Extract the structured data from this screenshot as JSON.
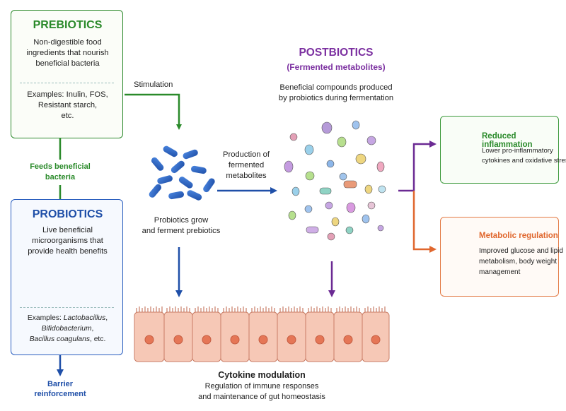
{
  "prebiotics": {
    "title": "PREBIOTICS",
    "line1": "Non-digestible food",
    "line2": "ingredients that nourish",
    "line3": "beneficial bacteria",
    "ex1": "Examples: Inulin, FOS,",
    "ex2": "Resistant starch,",
    "ex3": "etc."
  },
  "probiotics": {
    "title": "PROBIOTICS",
    "line1": "Live beneficial",
    "line2": "microorganisms that",
    "line3": "provide health benefits",
    "ex_prefix": "Examples: ",
    "ex_a": "Lactobacillus",
    "ex_b": "Bifidobacterium",
    "ex_c": "Bacillus coagulans",
    "ex_suffix": ", etc."
  },
  "postbiotics": {
    "title": "POSTBIOTICS",
    "subtitle": "(Fermented metabolites)",
    "line1": "Beneficial compounds produced",
    "line2": "by probiotics during fermentation"
  },
  "labels": {
    "stimulation": "Stimulation",
    "feeds1": "Feeds beneficial",
    "feeds2": "bacteria",
    "production1": "Production of",
    "production2": "fermented",
    "production3": "metabolites",
    "grow1": "Probiotics grow",
    "grow2": "and ferment prebiotics",
    "barrier1": "Barrier",
    "barrier2": "reinforcement"
  },
  "cytokine": {
    "title": "Cytokine modulation",
    "line1": "Regulation of immune responses",
    "line2": "and maintenance of gut homeostasis"
  },
  "inflammation": {
    "title": "Reduced inflammation",
    "line1": "Lower pro-inflammatory",
    "line2": "cytokines and oxidative stress"
  },
  "metabolic": {
    "title": "Metabolic regulation",
    "line1": "Improved glucose and lipid",
    "line2": "metabolism, body weight",
    "line3": "management"
  },
  "colors": {
    "green": "#2a8a2a",
    "blue": "#1f4fa8",
    "purple": "#7b2fa0",
    "orange": "#e0672e",
    "cell": "#f6c8b6"
  },
  "icons": {
    "inflammation": "shield-check-icon",
    "metabolic": "flame-cycle-icon"
  }
}
